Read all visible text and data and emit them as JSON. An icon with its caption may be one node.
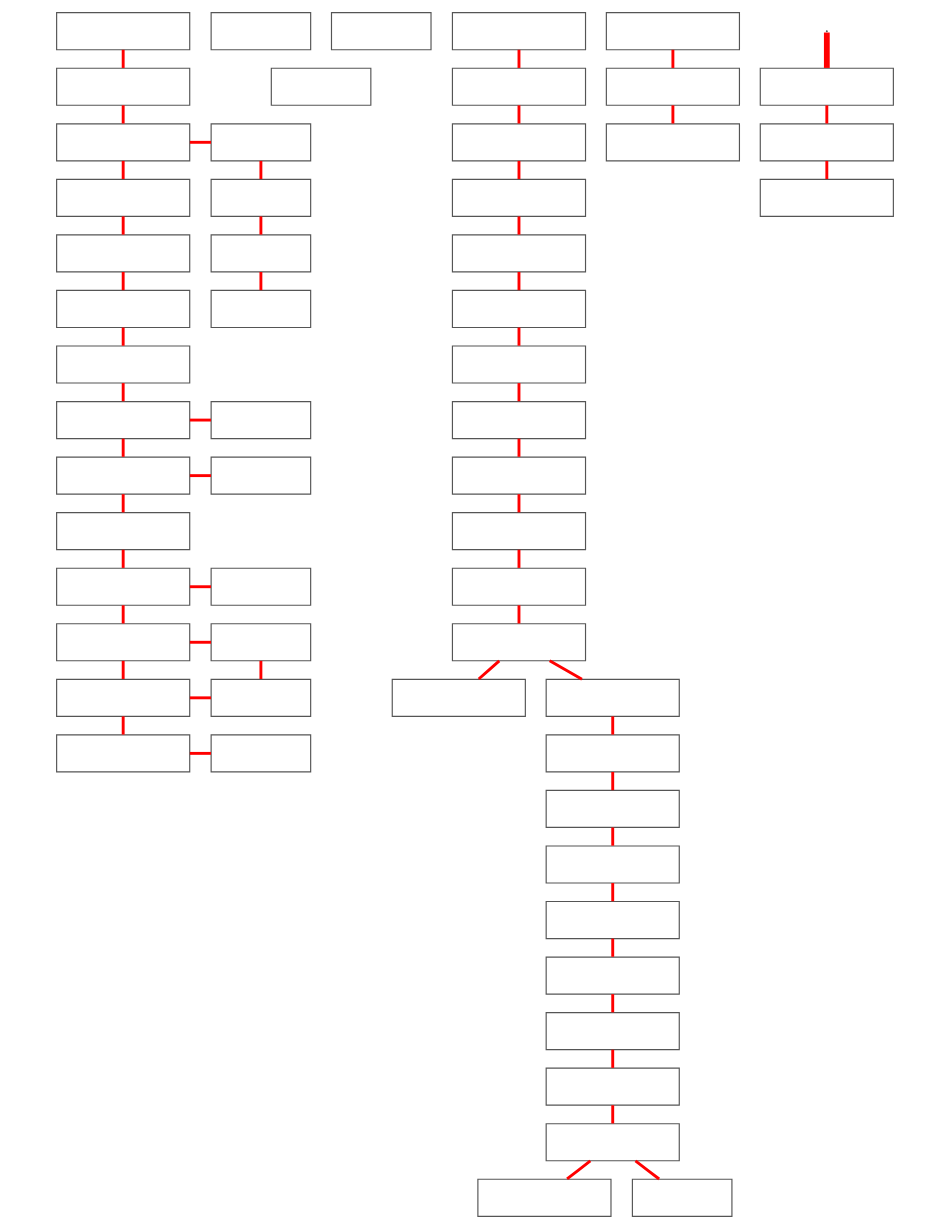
{
  "diagram": {
    "nodes": [
      {
        "text": [],
        "shape": "box"
      },
      {
        "text": [],
        "shape": "box"
      },
      {
        "text": [],
        "shape": "box"
      },
      {
        "text": [],
        "shape": "box"
      },
      {
        "text": [],
        "shape": "box"
      },
      {
        "text": [],
        "shape": "box"
      },
      {
        "text": [],
        "shape": "box"
      },
      {
        "text": [],
        "shape": "box"
      },
      {
        "text": [],
        "shape": "box"
      },
      {
        "text": [],
        "shape": "box"
      },
      {
        "text": [],
        "shape": "box"
      },
      {
        "text": [],
        "shape": "box"
      },
      {
        "text": [],
        "shape": "box"
      },
      {
        "text": [],
        "shape": "box"
      },
      {
        "text": [],
        "shape": "box"
      },
      {
        "text": [],
        "shape": "box"
      },
      {
        "text": [],
        "shape": "box"
      },
      {
        "text": [],
        "shape": "box"
      },
      {
        "text": [],
        "shape": "box"
      },
      {
        "text": [],
        "shape": "box"
      },
      {
        "text": [],
        "shape": "box"
      },
      {
        "text": [],
        "shape": "box"
      },
      {
        "text": [],
        "shape": "box"
      },
      {
        "text": [],
        "shape": "box"
      },
      {
        "text": [],
        "shape": "box"
      },
      {
        "text": [],
        "shape": "box"
      },
      {
        "text": [],
        "shape": "box"
      },
      {
        "text": [],
        "shape": "box"
      },
      {
        "text": [],
        "shape": "box"
      },
      {
        "text": [],
        "shape": "box"
      },
      {
        "text": [],
        "shape": "box"
      },
      {
        "text": [],
        "shape": "box"
      },
      {
        "text": [],
        "shape": "box"
      },
      {
        "text": [],
        "shape": "box"
      },
      {
        "text": [],
        "shape": "box"
      },
      {
        "text": [],
        "shape": "box"
      },
      {
        "text": [],
        "shape": "box"
      },
      {
        "text": [],
        "shape": "box"
      },
      {
        "text": [],
        "shape": "box"
      },
      {
        "text": [],
        "shape": "box"
      },
      {
        "text": [],
        "shape": "box"
      },
      {
        "text": [],
        "shape": "box"
      },
      {
        "text": [],
        "shape": "box"
      },
      {
        "text": [],
        "shape": "box"
      },
      {
        "text": [],
        "shape": "box"
      },
      {
        "text": [],
        "shape": "box"
      },
      {
        "text": [],
        "shape": "box"
      },
      {
        "text": [],
        "shape": "box"
      },
      {
        "text": [],
        "shape": "box"
      },
      {
        "text": [],
        "shape": "box"
      },
      {
        "text": [],
        "shape": "box"
      },
      {
        "text": [],
        "shape": "box"
      },
      {
        "text": [],
        "shape": "box"
      },
      {
        "text": [],
        "shape": "box"
      },
      {
        "text": [],
        "shape": "box"
      },
      {
        "text": [],
        "shape": "box"
      },
      {
        "text": [],
        "shape": "box"
      }
    ],
    "edges": [
      {
        "from": 0,
        "to": 1,
        "arrow": "none"
      },
      {
        "from": 1,
        "to": 2,
        "arrow": "none"
      },
      {
        "from": 2,
        "to": 3,
        "arrow": "none"
      },
      {
        "from": 3,
        "to": 4,
        "arrow": "none"
      },
      {
        "from": 4,
        "to": 5,
        "arrow": "none"
      },
      {
        "from": 5,
        "to": 6,
        "arrow": "none"
      },
      {
        "from": 6,
        "to": 7,
        "arrow": "none"
      },
      {
        "from": 7,
        "to": 8,
        "arrow": "none"
      },
      {
        "from": 8,
        "to": 9,
        "arrow": "none"
      },
      {
        "from": 9,
        "to": 10,
        "arrow": "none"
      },
      {
        "from": 10,
        "to": 11,
        "arrow": "none"
      },
      {
        "from": 11,
        "to": 12,
        "arrow": "none"
      },
      {
        "from": 12,
        "to": 13,
        "arrow": "none"
      },
      {
        "from": 2,
        "to": 16,
        "arrow": "none"
      },
      {
        "from": 7,
        "to": 20,
        "arrow": "none"
      },
      {
        "from": 8,
        "to": 21,
        "arrow": "none"
      },
      {
        "from": 10,
        "to": 22,
        "arrow": "none"
      },
      {
        "from": 11,
        "to": 23,
        "arrow": "none"
      },
      {
        "from": 12,
        "to": 24,
        "arrow": "none"
      },
      {
        "from": 13,
        "to": 25,
        "arrow": "none"
      },
      {
        "from": 16,
        "to": 17,
        "arrow": "none"
      },
      {
        "from": 17,
        "to": 18,
        "arrow": "none"
      },
      {
        "from": 18,
        "to": 19,
        "arrow": "none"
      },
      {
        "from": 23,
        "to": 24,
        "arrow": "none"
      },
      {
        "from": 27,
        "to": 28,
        "arrow": "none"
      },
      {
        "from": 28,
        "to": 29,
        "arrow": "none"
      },
      {
        "from": 29,
        "to": 30,
        "arrow": "none"
      },
      {
        "from": 30,
        "to": 31,
        "arrow": "none"
      },
      {
        "from": 31,
        "to": 32,
        "arrow": "none"
      },
      {
        "from": 32,
        "to": 33,
        "arrow": "none"
      },
      {
        "from": 33,
        "to": 34,
        "arrow": "none"
      },
      {
        "from": 34,
        "to": 35,
        "arrow": "none"
      },
      {
        "from": 35,
        "to": 36,
        "arrow": "none"
      },
      {
        "from": 36,
        "to": 37,
        "arrow": "none"
      },
      {
        "from": 37,
        "to": 38,
        "arrow": "none"
      },
      {
        "from": 38,
        "to": 39,
        "arrow": "none"
      },
      {
        "from": 38,
        "to": 40,
        "arrow": "none"
      },
      {
        "from": 40,
        "to": 41,
        "arrow": "none"
      },
      {
        "from": 41,
        "to": 42,
        "arrow": "none"
      },
      {
        "from": 42,
        "to": 43,
        "arrow": "none"
      },
      {
        "from": 43,
        "to": 44,
        "arrow": "none"
      },
      {
        "from": 44,
        "to": 45,
        "arrow": "none"
      },
      {
        "from": 45,
        "to": 46,
        "arrow": "none"
      },
      {
        "from": 46,
        "to": 47,
        "arrow": "none"
      },
      {
        "from": 47,
        "to": 48,
        "arrow": "none"
      },
      {
        "from": 48,
        "to": 49,
        "arrow": "none"
      },
      {
        "from": 48,
        "to": 50,
        "arrow": "none"
      },
      {
        "from": 51,
        "to": 52,
        "arrow": "none"
      },
      {
        "from": 52,
        "to": 53,
        "arrow": "none"
      },
      {
        "from": null,
        "to": 54,
        "arrow": "none",
        "style": "thick"
      },
      {
        "from": 54,
        "to": 55,
        "arrow": "none"
      },
      {
        "from": 55,
        "to": 56,
        "arrow": "none"
      }
    ]
  }
}
